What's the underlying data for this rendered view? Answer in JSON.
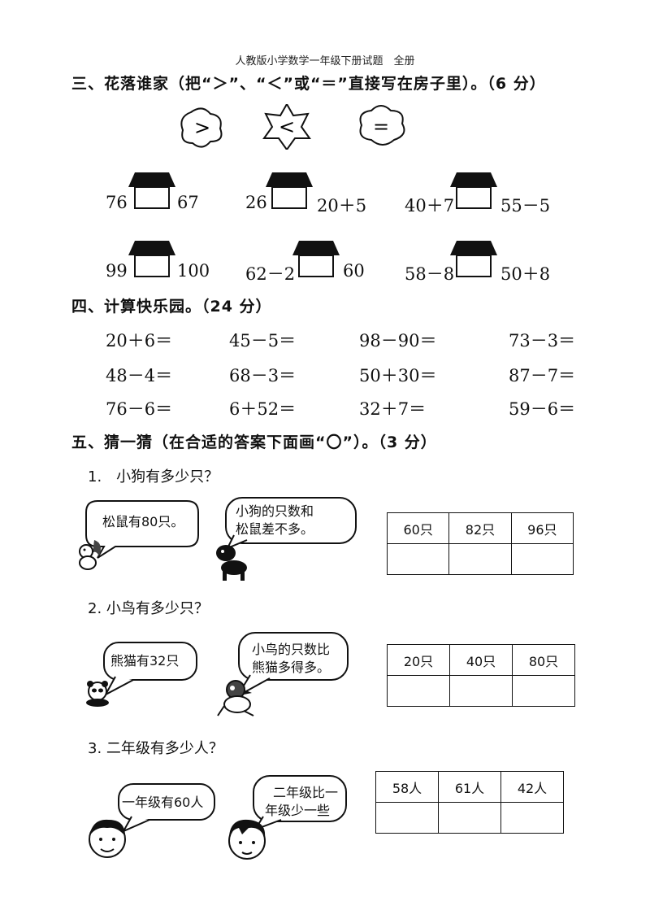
{
  "header": "人教版小学数学一年级下册试题　全册",
  "s3": {
    "title": "三、花落谁家（把“＞”、“＜”或“＝”直接写在房子里）。（6 分）",
    "flowers": [
      ">",
      "<",
      "="
    ],
    "rows": [
      [
        {
          "l": "76",
          "r": "67"
        },
        {
          "l": "26",
          "r": "20＋5"
        },
        {
          "l": "40＋7",
          "r": "55－5"
        }
      ],
      [
        {
          "l": "99",
          "r": "100"
        },
        {
          "l": "62－2",
          "r": "60"
        },
        {
          "l": "58－8",
          "r": "50＋8"
        }
      ]
    ]
  },
  "s4": {
    "title": "四、计算快乐园。（24 分）",
    "rows": [
      [
        "20＋6＝",
        "45－5＝",
        "98－90＝",
        "73－3＝"
      ],
      [
        "48－4＝",
        "68－3＝",
        "50＋30＝",
        "87－7＝"
      ],
      [
        "76－6＝",
        "6＋52＝",
        "32＋7＝",
        "59－6＝"
      ]
    ]
  },
  "s5": {
    "title": "五、猜一猜（在合适的答案下面画“〇”）。（3 分）",
    "q1": {
      "title": "1.　小狗有多少只？",
      "left": "松鼠有80只。",
      "right1": "小狗的只数和",
      "right2": "松鼠差不多。",
      "answers": [
        "60只",
        "82只",
        "96只"
      ]
    },
    "q2": {
      "title": "2. 小鸟有多少只？",
      "left": "熊猫有32只",
      "right1": "小鸟的只数比",
      "right2": "熊猫多得多。",
      "answers": [
        "20只",
        "40只",
        "80只"
      ]
    },
    "q3": {
      "title": "3. 二年级有多少人？",
      "left": "一年级有60人",
      "right1": "二年级比一",
      "right2": "年级少一些",
      "answers": [
        "58人",
        "61人",
        "42人"
      ]
    }
  }
}
